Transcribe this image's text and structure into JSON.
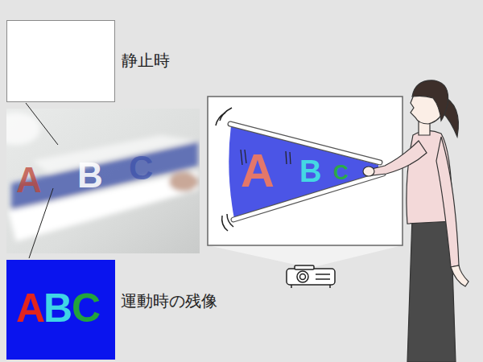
{
  "diagram": {
    "nodes": [
      {
        "text": [
          "静止時"
        ]
      },
      {
        "text": [
          "A",
          "B",
          "C",
          "運動時の残像"
        ]
      }
    ],
    "labels": [
      "A",
      "B",
      "C",
      "A",
      "B",
      "C"
    ]
  }
}
